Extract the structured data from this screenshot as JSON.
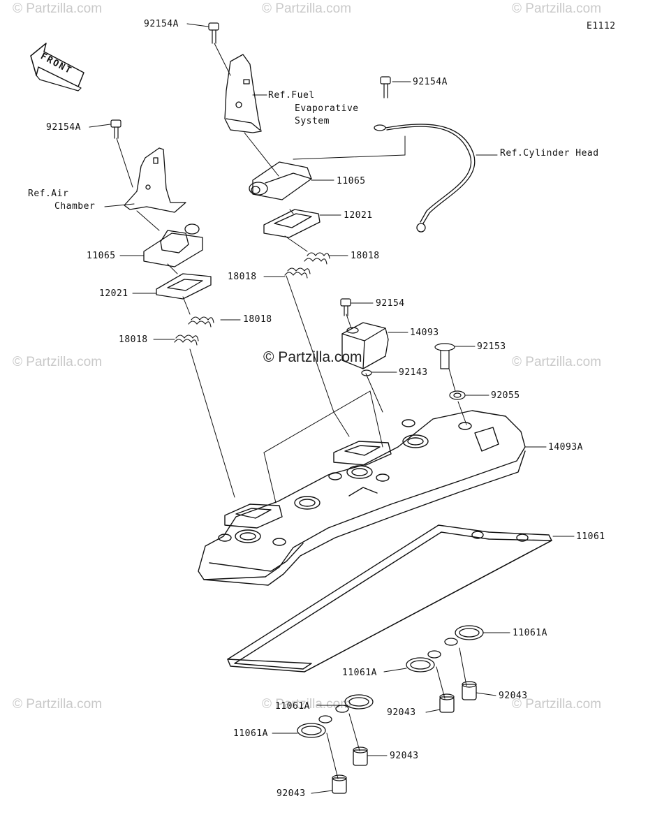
{
  "diagram": {
    "code": "E1112",
    "front_label": "FRONT",
    "watermark": "© Partzilla.com",
    "watermark_center": "© Partzilla.com",
    "parts": {
      "p92154A_top": "92154A",
      "p92154A_right": "92154A",
      "p92154A_left": "92154A",
      "p11065_right": "11065",
      "p11065_left": "11065",
      "p12021_right": "12021",
      "p12021_left": "12021",
      "p18018_r1": "18018",
      "p18018_r2": "18018",
      "p18018_l1": "18018",
      "p18018_l2": "18018",
      "p92154": "92154",
      "p14093": "14093",
      "p92143": "92143",
      "p92153": "92153",
      "p92055": "92055",
      "p14093A": "14093A",
      "p11061": "11061",
      "p11061A_1": "11061A",
      "p11061A_2": "11061A",
      "p11061A_3": "11061A",
      "p11061A_4": "11061A",
      "p92043_1": "92043",
      "p92043_2": "92043",
      "p92043_3": "92043",
      "p92043_4": "92043"
    },
    "refs": {
      "fuel_1": "Ref.Fuel",
      "fuel_2": "Evaporative",
      "fuel_3": "System",
      "cyl": "Ref.Cylinder Head",
      "air_1": "Ref.Air",
      "air_2": "Chamber"
    }
  }
}
